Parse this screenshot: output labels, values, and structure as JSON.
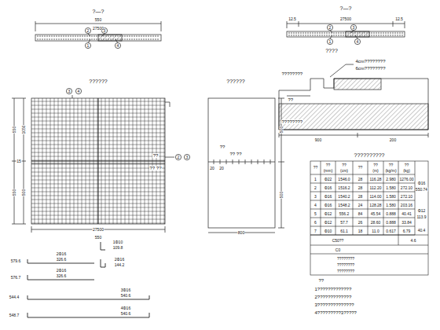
{
  "diagram": {
    "labels": [
      "?—?",
      "550",
      "27500",
      "2",
      "3",
      "1",
      "4",
      "?—?",
      "12.5",
      "27500",
      "12.5",
      "2",
      "3",
      "1",
      "4",
      "????",
      "4cm????????",
      "6cm????????",
      "????????",
      "??",
      "????????",
      "900",
      "200",
      "??????",
      "3",
      "4",
      "1050",
      "550",
      "15",
      "500",
      "550",
      "??",
      "?? ??",
      "2",
      "3",
      "27500",
      "550",
      "??????",
      "500",
      "500",
      "??",
      "?? ??",
      "20",
      "20",
      "800",
      "??????????",
      "??",
      "??",
      "(mm)",
      "??",
      "(cm)",
      "??",
      "??",
      "(m)",
      "??",
      "(kg/m)",
      "??",
      "(kg)",
      "1",
      "Φ22",
      "1546.0",
      "28",
      "116.28",
      "2.980",
      "1276.00",
      "2",
      "Φ16",
      "1516.2",
      "28",
      "112.20",
      "1.580",
      "272.10",
      "3",
      "Φ16",
      "1540.2",
      "28",
      "114.00",
      "1.580",
      "272.10",
      "4",
      "Φ16",
      "1548.2",
      "24",
      "128.28",
      "1.580",
      "203.16",
      "5",
      "Φ12",
      "556.2",
      "84",
      "45.54",
      "0.888",
      "40.41",
      "6",
      "Φ12",
      "57.7",
      "26",
      "28.60",
      "0.888",
      "33.84",
      "7",
      "Φ10",
      "61.1",
      "18",
      "11.0",
      "0.617",
      "6.79",
      "Φ16",
      "550.74",
      "Φ12",
      "113.9",
      "40.4",
      "C50??",
      "4.6",
      "C0",
      "????????",
      "????????",
      "????????",
      "??",
      "1?????????????",
      "2?????????????",
      "3??????????????",
      "4?????????3?????",
      "579.6",
      "2Φ16",
      "326.6",
      "576.7",
      "2Φ16",
      "326.6",
      "1Φ10",
      "109.8",
      "2Φ16",
      "144.2",
      "544.4",
      "3Φ16",
      "540.6",
      "548.7",
      "4Φ16",
      "540.6"
    ]
  }
}
